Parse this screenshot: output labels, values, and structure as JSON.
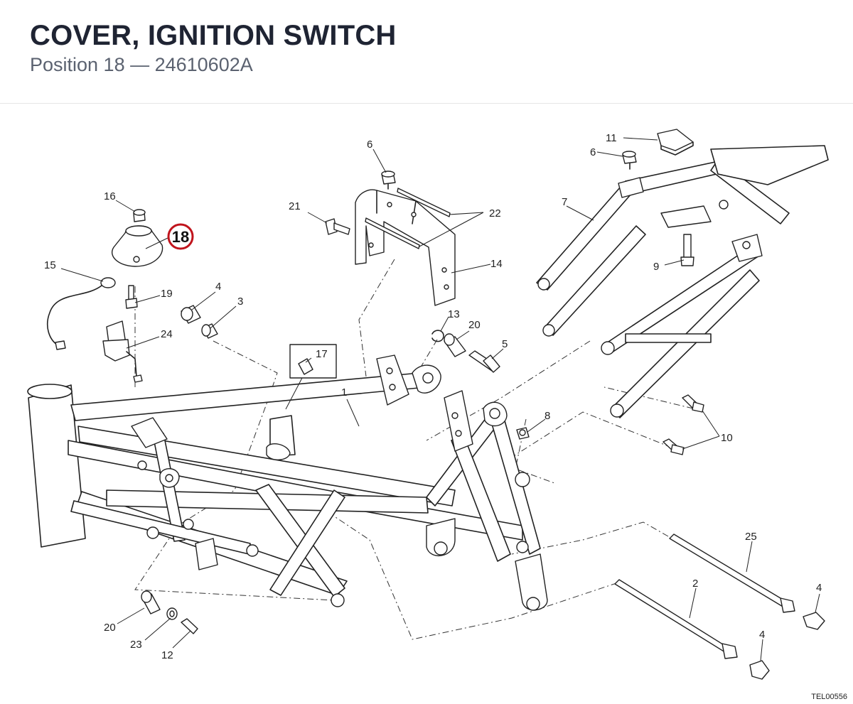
{
  "header": {
    "title": "COVER, IGNITION SWITCH",
    "subtitle": "Position 18 — 24610602A"
  },
  "drawing_id": "TEL00556",
  "highlight": {
    "label": "18",
    "color": "#c0141c"
  },
  "callouts": {
    "c1": "1",
    "c2": "2",
    "c3": "3",
    "c4a": "4",
    "c4b": "4",
    "c4c": "4",
    "c5": "5",
    "c6a": "6",
    "c6b": "6",
    "c7": "7",
    "c8": "8",
    "c9": "9",
    "c10": "10",
    "c11": "11",
    "c12": "12",
    "c13": "13",
    "c14": "14",
    "c15": "15",
    "c16": "16",
    "c17": "17",
    "c19": "19",
    "c20a": "20",
    "c20b": "20",
    "c21": "21",
    "c22": "22",
    "c23": "23",
    "c24": "24",
    "c25": "25"
  }
}
